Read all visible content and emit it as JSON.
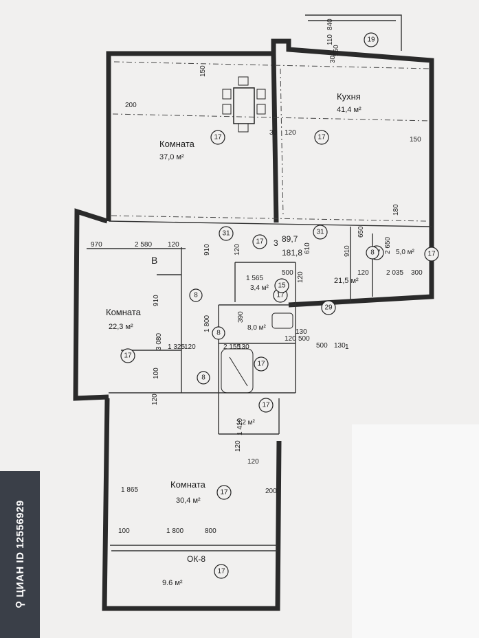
{
  "rooms": [
    {
      "name": "Комната",
      "area": "37,0 м²"
    },
    {
      "name": "Кухня",
      "area": "41,4 м²"
    },
    {
      "name": "Комната",
      "area": "22,3 м²"
    },
    {
      "name": "Комната",
      "area": "30,4 м²"
    },
    {
      "name": "ОК-8",
      "area": "9.6 м²"
    }
  ],
  "small_areas": [
    "3,4 м²",
    "8,0 м²",
    "3,2 м²",
    "5,0 м²",
    "21,5 м²"
  ],
  "totals": {
    "unit_number": "3",
    "living": "89,7",
    "total": "181,8"
  },
  "markers": {
    "b": "В"
  },
  "circle_codes": [
    "17",
    "17",
    "17",
    "17",
    "17",
    "17",
    "17",
    "17",
    "17",
    "17",
    "17",
    "19",
    "31",
    "31",
    "8",
    "8",
    "8",
    "8",
    "15",
    "29"
  ],
  "dimensions": [
    "150",
    "200",
    "30",
    "120",
    "550",
    "300",
    "110",
    "840",
    "150",
    "180",
    "970",
    "2 580",
    "120",
    "120",
    "1 565",
    "500",
    "650",
    "910",
    "2 650",
    "120",
    "2 035",
    "300",
    "910",
    "3 080",
    "100",
    "120",
    "1 325",
    "120",
    "2 155",
    "130",
    "120",
    "1 410",
    "120",
    "1 865",
    "200",
    "100",
    "1 800",
    "800",
    "1 800",
    "910",
    "390",
    "120",
    "610",
    "130",
    "120",
    "500",
    "500",
    "130",
    "1"
  ],
  "watermark": {
    "brand": "ЦИАН",
    "id_text": "ID 12556929"
  }
}
